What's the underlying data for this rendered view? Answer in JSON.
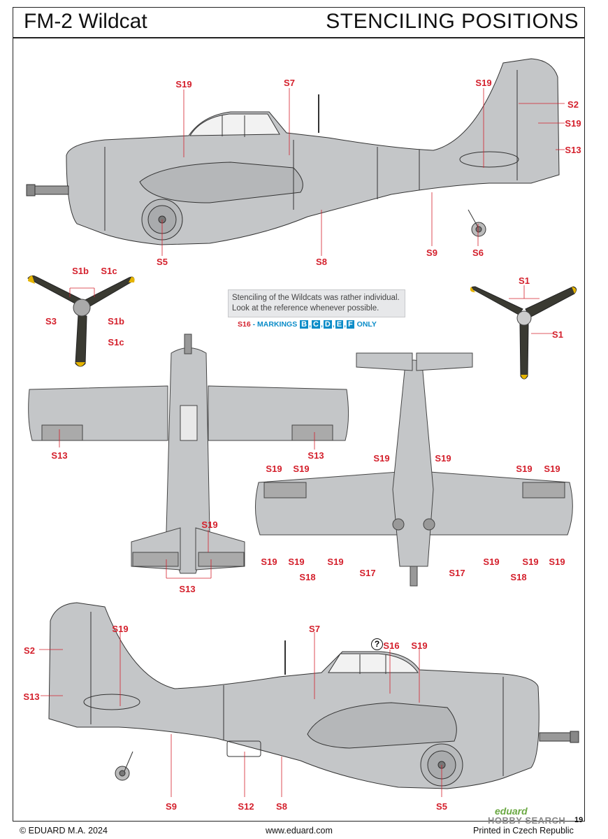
{
  "header": {
    "model": "FM-2 Wildcat",
    "section": "STENCILING POSITIONS"
  },
  "note": "Stenciling of the Wildcats was rather individual. Look at the reference whenever possible.",
  "markings_note": {
    "code": "S16",
    "text": "MARKINGS",
    "letters": [
      "B",
      "C",
      "D",
      "E",
      "F"
    ],
    "suffix": "ONLY"
  },
  "labels": {
    "top_side": [
      "S19",
      "S7",
      "S19",
      "S2",
      "S19",
      "S13",
      "S5",
      "S8",
      "S9",
      "S6"
    ],
    "prop_left": [
      "S1b",
      "S1c",
      "S3",
      "S1b",
      "S1c"
    ],
    "prop_right": [
      "S1",
      "S1"
    ],
    "plan_top": [
      "S13",
      "S13",
      "S19",
      "S13"
    ],
    "plan_bottom": [
      "S19",
      "S19",
      "S19",
      "S19",
      "S19",
      "S19",
      "S19",
      "S19",
      "S19",
      "S19",
      "S19",
      "S19",
      "S18",
      "S17",
      "S17",
      "S18"
    ],
    "bottom_side": [
      "S19",
      "S7",
      "S16",
      "S19",
      "S2",
      "S13",
      "S9",
      "S12",
      "S8",
      "S5"
    ]
  },
  "question_mark": "?",
  "footer": {
    "copyright": "© EDUARD M.A. 2024",
    "website": "www.eduard.com",
    "printed": "Printed in Czech Republic",
    "page": "19"
  },
  "brand": "eduard",
  "watermark": {
    "a": "HOBBY",
    "b": "SEARCH"
  },
  "colors": {
    "label_red": "#d4202c",
    "aircraft_gray": "#c4c6c8",
    "accent_blue": "#0a8cc8"
  }
}
